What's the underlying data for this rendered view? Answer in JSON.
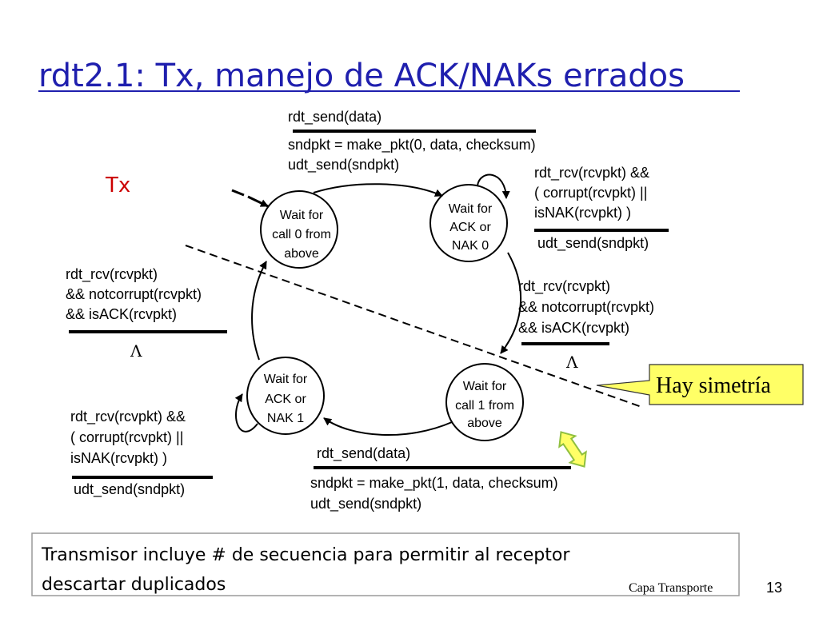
{
  "title": "rdt2.1: Tx, manejo de ACK/NAKs errados",
  "side_label": "Tx",
  "states": {
    "wait_call_0": [
      "Wait for",
      "call 0 from",
      "above"
    ],
    "wait_ack_nak_0": [
      "Wait for",
      "ACK or",
      "NAK 0"
    ],
    "wait_call_1": [
      "Wait for",
      "call 1 from",
      "above"
    ],
    "wait_ack_nak_1": [
      "Wait for",
      "ACK or",
      "NAK 1"
    ]
  },
  "transitions": {
    "top_event": "rdt_send(data)",
    "top_actions": [
      "sndpkt = make_pkt(0, data, checksum)",
      "udt_send(sndpkt)"
    ],
    "ack0_self_event": [
      "rdt_rcv(rcvpkt) &&",
      "( corrupt(rcvpkt) ||",
      "isNAK(rcvpkt) )"
    ],
    "ack0_self_action": "udt_send(sndpkt)",
    "right_event": [
      "rdt_rcv(rcvpkt)",
      "&& notcorrupt(rcvpkt)",
      "&& isACK(rcvpkt)"
    ],
    "right_action": "Λ",
    "left_event": [
      "rdt_rcv(rcvpkt)",
      "&& notcorrupt(rcvpkt)",
      "&& isACK(rcvpkt)"
    ],
    "left_action": "Λ",
    "ack1_self_event": [
      "rdt_rcv(rcvpkt) &&",
      "( corrupt(rcvpkt) ||",
      "isNAK(rcvpkt) )"
    ],
    "ack1_self_action": "udt_send(sndpkt)",
    "bottom_event": "rdt_send(data)",
    "bottom_actions": [
      "sndpkt = make_pkt(1, data, checksum)",
      "udt_send(sndpkt)"
    ]
  },
  "callout": {
    "text": "Hay simetría"
  },
  "note_box": {
    "lines": [
      "Transmisor incluye # de secuencia para permitir al receptor",
      "descartar duplicados"
    ]
  },
  "footer": {
    "section": "Capa Transporte",
    "page_number": "13"
  },
  "colors": {
    "title": "#1f1fae",
    "side_label": "#cc0000",
    "callout_fill": "#ffff66",
    "arrow_fill": "#ffff66",
    "arrow_stroke": "#8fbf3f"
  }
}
